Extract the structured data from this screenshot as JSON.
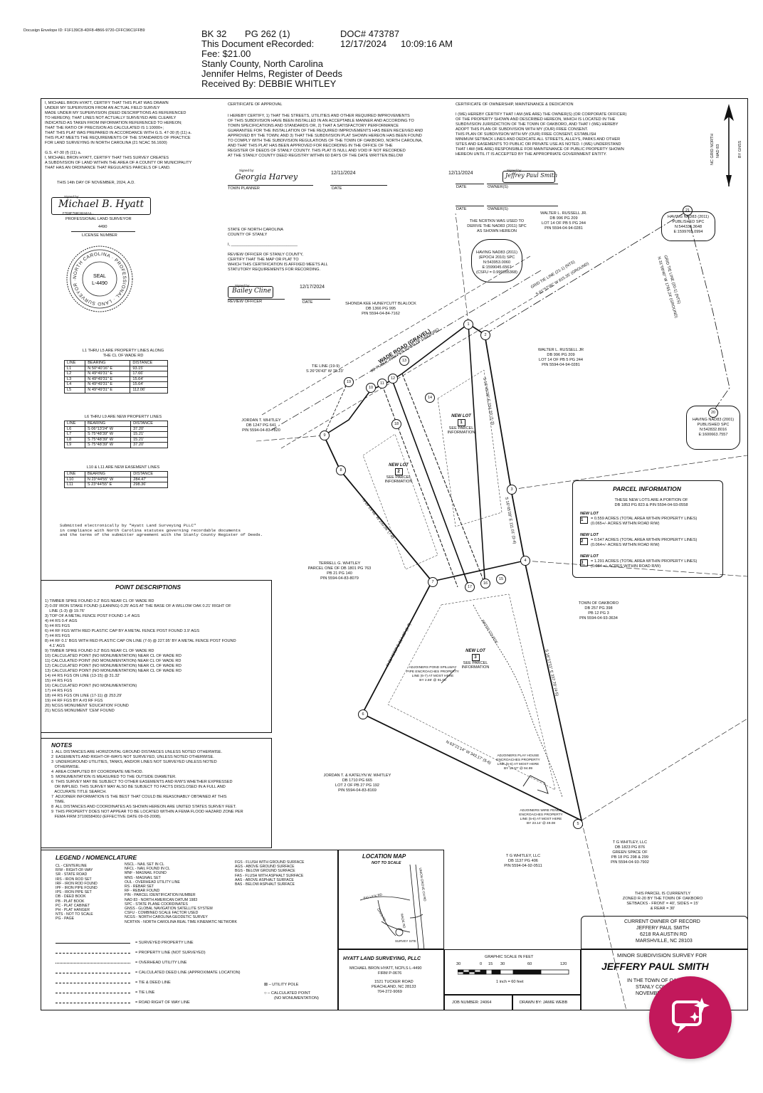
{
  "docusign": "Docusign Envelope ID: F1F139C8-4DF8-4B66-9720-CFFC96C1FFB9",
  "recording": {
    "bk": "BK 32",
    "pg": "PG 262 (1)",
    "doc": "DOC# 473787",
    "line2": "This Document eRecorded:",
    "date": "12/17/2024",
    "time": "10:09:16 AM",
    "fee": "Fee: $21.00",
    "county": "Stanly County, North Carolina",
    "register": "Jennifer Helms, Register of Deeds",
    "received": "Received By: DEBBIE WHITLEY"
  },
  "surveyor_cert": {
    "lines": [
      "I, MICHAEL BRON HYATT, CERTIFY THAT THIS PLAT WAS DRAWN",
      "UNDER MY SUPERVISION FROM AN ACTUAL FIELD SURVEY",
      "MADE UNDER MY SUPERVISION (DEED DESCRIPTIONS AS REFERENCED",
      "TO HEREON); THAT LINES NOT ACTUALLY SURVEYED ARE CLEARLY",
      "INDICATED AS TAKEN FROM INFORMATION REFERENCED TO HEREON;",
      "THAT THE RATIO OF PRECISION AS CALCULATED IS 1:10000+;",
      "THAT THIS PLAT WAS PREPARED IN ACCORDANCE WITH G.S. 47-30 (f) (11) a.",
      "THIS PLAT MEETS THE REQUIREMENTS OF THE STANDARDS OF PRACTICE",
      "FOR LAND SURVEYING IN NORTH CAROLINA (21 NCAC 56.1600)",
      "",
      "G.S. 47-30 (f) (11) a.",
      "I, MICHAEL BRON HYATT, CERTIFY THAT THIS SURVEY CREATES",
      "A SUBDIVISION OF LAND WITHIN THE AREA OF A COUNTY OR MUNICIPALITY",
      "THAT HAS AN ORDINANCE THAT REGULATES PARCELS OF LAND."
    ],
    "day": "THIS 14th DAY OF NOVEMBER, 2024, A.D.",
    "signed_by": "Signed by:",
    "signature": "Michael B. Hyatt",
    "sig_id": "F7D8F768C8244A4...",
    "title": "PROFESSIONAL LAND SURVEYOR",
    "license": "4490",
    "license_label": "LICENSE NUMBER",
    "seal_ring": "NORTH CAROLINA · PROFESSIONAL · LAND SURVEYOR · MICHAEL BRON HYATT",
    "seal_center1": "SEAL",
    "seal_center2": "L-4490"
  },
  "approval_cert": {
    "title": "CERTIFICATE OF APPROVAL",
    "lines": [
      "I HEREBY CERTIFY, 1) THAT THE STREETS, UTILITIES AND OTHER REQUIRED IMPROVEMENTS",
      "OF THIS SUBDIVISION HAVE BEEN INSTALLED IN AN ACCEPTABLE MANNER AND ACCORDING TO",
      "TOWN SPECIFICATIONS AND STANDARDS OR, 2) THAT A SATISFACTORY PERFORMANCE",
      "GUARANTEE FOR THE INSTALLATION OF THE REQUIRED IMPROVEMENTS HAS BEEN RECEIVED AND",
      "APPROVED BY THE TOWN; AND 3) THAT THE SUBDIVISION PLAT SHOWN HEREON HAS BEEN FOUND",
      "TO COMPLY WITH THE SUBDIVISION REGULATIONS OF THE TOWN OF OAKBORO, NORTH CAROLINA,",
      "AND THAT THIS PLAT HAS BEEN APPROVED FOR RECORDING IN THE OFFICE OF THE",
      "REGISTER OF DEEDS OF STANLY COUNTY. THIS PLAT IS NULL AND VOID IF NOT RECORDED",
      "AT THE STANLY COUNTY DEED REGISTRY WITHIN 60 DAYS OF THE DATE WRITTEN BELOW"
    ],
    "signed_by": "Signed by:",
    "signature": "Georgia Harvey",
    "date": "12/11/2024",
    "role": "TOWN PLANNER",
    "date_label": "DATE"
  },
  "ownership_cert": {
    "title": "CERTIFICATE OF OWNERSHIP, MAINTENANCE & DEDICATION",
    "lines": [
      "I (WE) HEREBY CERTIFY THAT I AM (WE ARE) THE OWNER(S) (OR CORPORATE OFFICER)",
      "OF THE PROPERTY SHOWN AND DESCRIBED HEREON, WHICH IS LOCATED IN THE",
      "SUBDIVISION JURISDICTION OF THE TOWN OF OAKBORO, AND THAT I (WE) HEREBY",
      "ADOPT THIS PLAN OF SUBDIVISION WITH MY (OUR) FREE CONSENT.",
      "THIS PLAN OF SUBDIVISION WITH MY (OUR) FREE CONSENT, ESTABLISH",
      "MINIMUM SETBACK LINES AND DEDICATE ALL STREETS, ALLEYS, PARKS AND OTHER",
      "SITES AND EASEMENTS TO PUBLIC OR PRIVATE USE AS NOTED. I (WE) UNDERSTAND",
      "THAT I AM (WE ARE) RESPONSIBLE FOR MAINTENANCE OF PUBLIC PROPERTY SHOWN",
      "HEREON UNTIL IT IS ACCEPTED BY THE APPROPRIATE GOVERNMENT ENTITY."
    ],
    "date": "12/11/2024",
    "signed_by": "Signed by:",
    "signature": "Jeffrey Paul Smith",
    "date_label": "DATE",
    "owner_label": "OWNER(S)",
    "date_label2": "DATE",
    "owner_label2": "OWNER(S)"
  },
  "review_cert": {
    "lines": [
      "STATE OF NORTH CAROLINA",
      "COUNTY OF STANLY",
      "",
      "I, ______________________________",
      "",
      "REVIEW OFFICER OF STANLY COUNTY,",
      "CERTIFY THAT THE MAP OR PLAT TO",
      "WHICH THIS CERTIFICATION IS AFFIXED MEETS ALL",
      "STATUTORY REQUIREMENTS FOR RECORDING."
    ],
    "signed_by": "Signed by:",
    "signature": "Bailey Cline",
    "date": "12/17/2024",
    "role": "REVIEW OFFICER",
    "date_label": "DATE"
  },
  "north_arrow": {
    "line1": "NC GRID NORTH",
    "line2": "NAD 83",
    "line3": "BY GNSS"
  },
  "tables": {
    "t1": {
      "title": [
        "L1 THRU L5 ARE PROPERTY LINES ALONG",
        "THE CL OF WADE RD"
      ],
      "headers": [
        "LINE",
        "BEARING",
        "DISTANCE"
      ],
      "rows": [
        [
          "L1",
          "N 50°40'16\" E",
          "93.15'"
        ],
        [
          "L2",
          "N 49°49'31\" E",
          "17.66'"
        ],
        [
          "L3",
          "N 49°49'31\" E",
          "15.64'"
        ],
        [
          "L4",
          "N 49°49'31\" E",
          "15.64'"
        ],
        [
          "L5",
          "N 49°49'31\" E",
          "112.06'"
        ]
      ]
    },
    "t2": {
      "title": [
        "L6 THRU L9 ARE NEW PROPERTY LINES"
      ],
      "headers": [
        "LINE",
        "BEARING",
        "DISTANCE"
      ],
      "rows": [
        [
          "L6",
          "S 06°13'24\" W",
          "37.20'"
        ],
        [
          "L7",
          "S 75°48'39\" W",
          "15.21'"
        ],
        [
          "L8",
          "S 75°48'39\" W",
          "15.21'"
        ],
        [
          "L9",
          "S 75°48'39\" W",
          "37.20'"
        ]
      ]
    },
    "t3": {
      "title": [
        "L10 & L11 ARE NEW EASEMENT LINES"
      ],
      "headers": [
        "LINE",
        "BEARING",
        "DISTANCE"
      ],
      "rows": [
        [
          "L10",
          "N 23°44'55\" W",
          "284.47'"
        ],
        [
          "L11",
          "S 23°44'55\" E",
          "298.36'"
        ]
      ]
    }
  },
  "submitted": [
    "Submitted electronically by \"Hyatt Land Surveying PLLC\"",
    "in compliance with North Carolina statutes governing recordable documents",
    "and the terms of the submitter agreement with the Stanly County Register of Deeds."
  ],
  "point_descriptions": {
    "title": "POINT DESCRIPTIONS",
    "items": [
      "1) TIMBER SPIKE FOUND 0.2' BGS NEAR CL OF WADE RD",
      "2) 0.09' IRON STAKE FOUND (LEANING) 0.25' AGS AT THE BASE OF A WILLOW OAK 0.21' RIGHT OF",
      "    LINE (1-3) @ 19.76'",
      "3) TOP OF A METAL FENCE POST FOUND 1.4' AGS",
      "4) #4 RS 0.4' AGS",
      "5) #4 RS FGS",
      "6) #4 RF FGS WITH RED PLASTIC CAP BY A METAL FENCE POST FOUND 3.9' AGS",
      "7) #4 RS FGS",
      "8) #4 RF 0.1' BGS WITH RED PLASTIC CAP ON LINE (7-9) @ 227.95' BY A METAL FENCE POST FOUND",
      "    4.1' AGS",
      "9) TIMBER SPIKE FOUND 0.2' BGS NEAR CL OF WADE RD",
      "10) CALCULATED POINT (NO MONUMENTATION) NEAR CL OF WADE RD",
      "11) CALCULATED POINT (NO MONUMENTATION) NEAR CL OF WADE RD",
      "12) CALCULATED POINT (NO MONUMENTATION) NEAR CL OF WADE RD",
      "13) CALCULATED POINT (NO MONUMENTATION) NEAR CL OF WADE RD",
      "14) #4 RS FGS ON LINE (13-15) @ 31.32'",
      "15) #4 RS FGS",
      "16) CALCULATED POINT (NO MONUMENTATION)",
      "17) #4 RS FGS",
      "18) #4 RS FGS ON LINE (17-11) @ 253.29'",
      "19) #4 RF FGS BY A #3 RF FGS",
      "20) NCGS MONUMENT 'EDUCATION' FOUND",
      "21) NCGS MONUMENT 'CEM' FOUND"
    ]
  },
  "notes": {
    "title": "NOTES",
    "items": [
      "1  ALL DISTANCES ARE HORIZONTAL GROUND DISTANCES UNLESS NOTED OTHERWISE.",
      "2  EASEMENTS AND RIGHT-OF-WAYS NOT SURVEYED, UNLESS NOTED OTHERWISE.",
      "3  UNDERGROUND UTILITIES, TANKS, AND/OR LINES NOT SURVEYED UNLESS NOTED",
      "   OTHERWISE.",
      "4  AREA COMPUTED BY COORDINATE METHOD.",
      "5  MONUMENTATION IS MEASURED TO THE OUTSIDE DIAMETER.",
      "6  THIS SURVEY MAY BE SUBJECT TO OTHER EASEMENTS AND R/W'S WHETHER EXPRESSED",
      "   OR IMPLIED. THIS SURVEY MAY ALSO BE SUBJECT TO FACTS DISCLOSED IN A FULL AND",
      "   ACCURATE TITLE SEARCH.",
      "7  ADJOINER INFORMATION IS THE BEST THAT COULD BE REASONABLY OBTAINED AT THIS",
      "   TIME.",
      "8  ALL DISTANCES AND COORDINATES AS SHOWN HEREON ARE UNITED STATES SURVEY FEET.",
      "9  THIS PROPERTY DOES NOT APPEAR TO BE LOCATED WITHIN A FEMA FLOOD HAZARD ZONE PER",
      "   FEMA FIRM 3710658400J (EFFECTIVE DATE 09-03-2008)."
    ]
  },
  "legend": {
    "title": "LEGEND / NOMENCLATURE",
    "col1": [
      "CL - CENTERLINE",
      "R/W - RIGHT-OF-WAY",
      "SR - STATE ROAD",
      "IRS - IRON ROD SET",
      "IRF - IRON ROD FOUND",
      "IPF - IRON PIPE FOUND",
      "IPS - IRON PIPE SET",
      "DB - DEED BOOK",
      "PB - PLAT BOOK",
      "PC - PLAT CABINET",
      "PH - PLAT HANGER",
      "NTS - NOT TO SCALE",
      "PG - PAGE"
    ],
    "col2": [
      "NSCL - NAIL SET IN CL",
      "NFCL - NAIL FOUND IN CL",
      "MNF - MAGNAIL FOUND",
      "MNS - MAGNAIL SET",
      "OUL - OVERHEAD UTILITY LINE",
      "RS - REBAR SET",
      "RF - REBAR FOUND",
      "PIN - PARCEL IDENTIFICATION NUMBER",
      "NAD 83 - NORTH AMERICAN DATUM 1983",
      "SPC - STATE PLANE COORDINATES",
      "GNSS - GLOBAL NAVIGATION SATELLITE SYSTEM",
      "CSFU - COMBINED SCALE FACTOR USED",
      "NCGS - NORTH CAROLINA GEODETIC SURVEY",
      "NCRTKN - NORTH CAROLINA REAL TIME KINEMATIC NETWORK"
    ],
    "col3": [
      "FGS - FLUSH WITH GROUND SURFACE",
      "AGS - ABOVE GROUND SURFACE",
      "BGS - BELOW GROUND SURFACE",
      "FAS - FLUSH WITH ASPHALT SURFACE",
      "AAS - ABOVE ASPHALT SURFACE",
      "BAS - BELOW ASPHALT SURFACE"
    ],
    "lines": [
      "SURVEYED PROPERTY LINE",
      "PROPERTY LINE (NOT SURVEYED)",
      "OVERHEAD UTILITY LINE",
      "CALCULATED DEED LINE (APPROXIMATE LOCATION)",
      "TIE & DEED LINE",
      "TIE LINE",
      "ROAD RIGHT OF WAY LINE"
    ],
    "utility_pole": "UTILITY POLE",
    "calc_point": [
      "CALCULATED POINT",
      "(NO MONUMENTATION)"
    ]
  },
  "location_map": {
    "title": "LOCATION MAP",
    "subtitle": "NOT TO SCALE",
    "labels": [
      "UNION GROVE CH RD",
      "BIG LICK RD",
      "OAKS RD",
      "WADE RD",
      "SURVEY SITE"
    ]
  },
  "firm": {
    "name": "HYATT LAND SURVEYING, PLLC",
    "person": "MICHAEL BRON HYATT, NCPLS L-4490",
    "firm_no": "FIRM P-0676",
    "addr1": "1521 TUCKER ROAD",
    "addr2": "PEACHLAND, NC 28133",
    "phone": "704-272-9069"
  },
  "scale": {
    "label": "GRAPHIC SCALE IN FEET",
    "ticks": [
      "30",
      "0",
      "15",
      "30",
      "60",
      "120"
    ],
    "note": "1 inch = 60 feet"
  },
  "job": {
    "number": "JOB NUMBER: 24064",
    "drawn": "DRAWN BY:  JAMIE WEBB"
  },
  "title_block": {
    "owner_of_record": "CURRENT OWNER OF RECORD",
    "owner_name": "JEFFERY PAUL SMITH",
    "owner_addr1": "6218 RA AUSTIN RD",
    "owner_addr2": "MARSHVILLE, NC 28103",
    "survey_for": "MINOR SUBDIVISION SURVEY FOR",
    "client": "JEFFERY PAUL SMITH",
    "town": "IN THE TOWN OF OAKBORO",
    "county": "STANLY COUNTY, NC",
    "date": "NOVEMBER 2024"
  },
  "zoning": [
    "THIS PARCEL IS CURRENTLY",
    "ZONED R-20 BY THE TOWN OF OAKBORO",
    "SETBACKS - FRONT = 40', SIDES = 15'",
    "& REAR = 30'"
  ],
  "parcel_info": {
    "title": "PARCEL INFORMATION",
    "intro": [
      "THESE NEW LOTS ARE A PORTION OF",
      "DB 1853 PG 823 & PIN 5594-04-93-0558"
    ],
    "lots": [
      {
        "label": "NEW LOT",
        "num": "1",
        "l1": "= 0.559 ACRES (TOTAL AREA WITHIN PROPERTY LINES)",
        "l2": "(0.065+/- ACRES WITHIN ROAD R/W)"
      },
      {
        "label": "NEW LOT",
        "num": "2",
        "l1": "= 0.547 ACRES (TOTAL AREA WITHIN PROPERTY LINES)",
        "l2": "(0.064+/- ACRES WITHIN ROAD R/W)"
      },
      {
        "label": "NEW LOT",
        "num": "3",
        "l1": "= 1.291 ACRES (TOTAL AREA WITHIN PROPERTY LINES)",
        "l2": "(0.084 +/- ACRES WITHIN ROAD R/W)"
      }
    ]
  },
  "adjoiners": {
    "russell_top": [
      "WALTER L. RUSSELL JR.",
      "DB 996 PG 209",
      "LOT 14 OF PB 5 PG 244",
      "PIN 5594-04-94-0281"
    ],
    "russell_mid": [
      "WALTER L. RUSSELL JR",
      "DB 996 PG 209",
      "LOT 14 OF PB 5 PG 244",
      "PIN 5594-04-94-0281"
    ],
    "blalock": [
      "SHONDA KEE HUNEYCUTT BLALOCK",
      "DB 1366 PG 995",
      "PIN 5594-04-84-7162"
    ],
    "jordan": [
      "JORDAN T. WHITLEY",
      "DB 1247 PG 641",
      "PIN 5594-04-83-7820"
    ],
    "terrell": [
      "TERRELL G. WHITLEY",
      "PARCEL ONE OF DB 1801 PG 763",
      "PB 21 PG 140",
      "PIN 5594-04-83-8079"
    ],
    "town": [
      "TOWN OF OAKBORO",
      "DB 257 PG 398",
      "PB 12 PG 3",
      "PIN 5594-04-93-3634"
    ],
    "jordan_katelyn": [
      "JORDAN T. & KATELYN W. WHITLEY",
      "DB 1710 PG 665",
      "LOT 2 OF PB 27 PG 192",
      "PIN 5594-04-83-8169"
    ],
    "tg_whitley1": [
      "T G WHITLEY, LLC",
      "DB 1137 PG 406",
      "PIN 5594-04-92-0511"
    ],
    "tg_whitley2": [
      "T G WHITLEY, LLC",
      "DB 1823 PG 876",
      "GREEN SPACE OF",
      "PB 18 PG 298 & 299",
      "PIN 5594-04-93-7902"
    ]
  },
  "map_labels": {
    "wade_road": "WADE ROAD (GRAVEL)",
    "wade_row": "60' PUBLIC R/W PER TOWN OF OAKBORO",
    "tie_line": "TIE LINE (19-9)",
    "tie_line_val": "S 26°26'43\" W 70.23'",
    "nc_note": [
      "THE NCRTKN WAS USED TO",
      "DERIVE THE NAD83 (2011) SPC",
      "AS SHOWN HEREON"
    ],
    "having_point": [
      "HAVING NAD83 (2011)",
      "(EPOCH 2010) SPC",
      "N:543953.0060",
      "E:1599045.6567",
      "(CSFU = 0.999855368)"
    ],
    "grid_tie": "GRID TIE LINE (21-1) (NTS)",
    "grid_tie_val": "S 81°57'06\" W 815.35' (GROUND)",
    "grid_tie2": "GRID TIE LINE (20-1) (NTS)",
    "grid_tie2_val": "N 31°08'40\" W 1765.24' (GROUND)",
    "mon21": [
      "HAVING NAD83 (2011)",
      "PUBLISHED SPC",
      "N:544336.3648",
      "E:1599765.0994"
    ],
    "mon20": [
      "HAVING NAD83 (2001)",
      "PUBLISHED SPC",
      "N:542832.8016",
      "E:1600663.7557"
    ],
    "line_2_3": "S 16°45'28\" E 234.20' (1-3)",
    "line_3_4": "S 16°45'28\" E 111.01' (3-4)",
    "line_4_5": "S 16°17'11\" E 337.70' (4-5)",
    "line_5_6": "N 63°21'14\" W 343.17' (5-6)",
    "line_6_7": "N 21°45'59\" E 214.89' (6-7)",
    "line_7_8": "N 39°29'48\" W 200.96' (7-8)",
    "pond": [
      "ADJOINERS POND SPILLWAY",
      "PIPE ENCROACHES PROPERTY",
      "LINE (6-7) AT MOST HERE",
      "BY 2.86' @ 91.00"
    ],
    "playhouse": [
      "ADJOINERS PLAY HOUSE",
      "ENCROACHES PROPERTY",
      "LINE (5-6) AT MOST HERE",
      "BY 16.57' @ 94.99"
    ],
    "fence": [
      "ADJOINERS WIRE FENCE",
      "ENCROACHES PROPERTY",
      "LINE (5-6) AT MOST HERE",
      "BY 23.14' @ 49.08"
    ],
    "water_course": "WATER COURSE",
    "see_parcel": [
      "SEE PARCEL",
      "INFORMATION"
    ],
    "new_lot": "NEW LOT"
  },
  "points": [
    "1",
    "2",
    "3",
    "4",
    "5",
    "6",
    "7",
    "8",
    "9",
    "10",
    "11",
    "12",
    "13",
    "14",
    "15",
    "16",
    "17",
    "18",
    "19",
    "20",
    "21"
  ],
  "badge_icon": "photo-sparkle-icon"
}
